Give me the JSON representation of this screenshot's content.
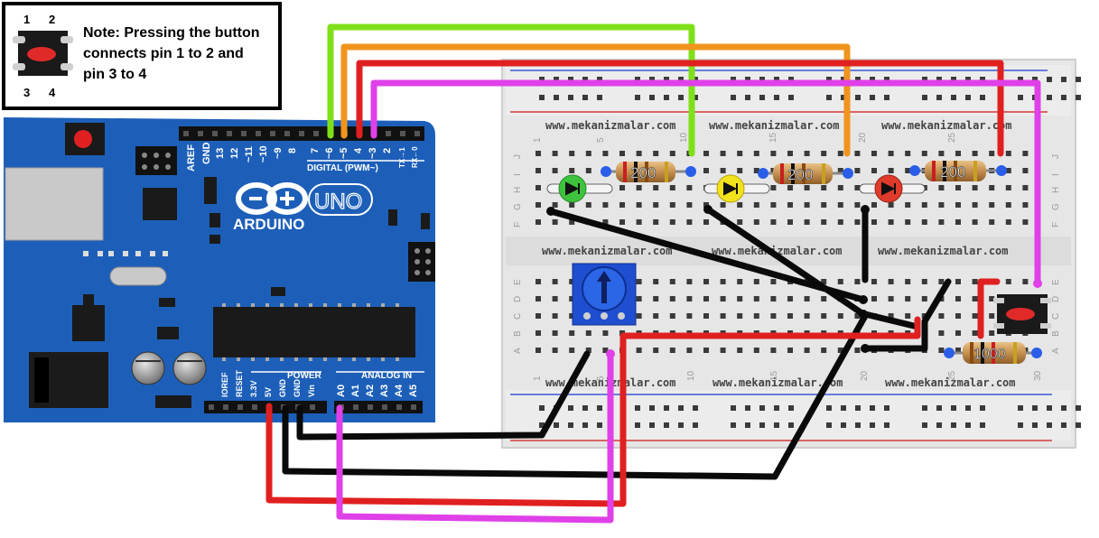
{
  "note": {
    "pin_top_left": "1",
    "pin_top_right": "2",
    "pin_bottom_left": "3",
    "pin_bottom_right": "4",
    "line1": "Note: Pressing the button",
    "line2": "connects pin 1 to 2 and",
    "line3": "pin 3 to 4"
  },
  "breadboard": {
    "watermark": "www.mekanizmalar.com",
    "col_labels_top": [
      "1",
      "5",
      "10",
      "15",
      "20",
      "25"
    ],
    "col_labels_bottom": [
      "1",
      "5",
      "10",
      "15",
      "20",
      "25",
      "30"
    ],
    "row_labels_upper": [
      "J",
      "I",
      "H",
      "G",
      "F"
    ],
    "row_labels_lower": [
      "E",
      "D",
      "C",
      "B",
      "A"
    ]
  },
  "resistors": {
    "r1": "200",
    "r2": "200",
    "r3": "200",
    "r4": "1000"
  },
  "leds": {
    "green": "#3ec33e",
    "yellow": "#f2e21c",
    "red": "#e03a2a"
  },
  "arduino": {
    "brand": "ARDUINO",
    "model": "UNO",
    "digital_label": "DIGITAL (PWM~)",
    "digital_pins": [
      "AREF",
      "GND",
      "13",
      "12",
      "~11",
      "~10",
      "~9",
      "8",
      "7",
      "~6",
      "~5",
      "4",
      "~3",
      "2",
      "TX→1",
      "RX←0"
    ],
    "power_label": "POWER",
    "analog_label": "ANALOG IN",
    "power_pins": [
      "IOREF",
      "RESET",
      "3.3V",
      "5V",
      "GND",
      "GND",
      "Vin"
    ],
    "analog_pins": [
      "A0",
      "A1",
      "A2",
      "A3",
      "A4",
      "A5"
    ]
  },
  "colors": {
    "board": "#1d5fb8",
    "wire_green": "#7fe01a",
    "wire_orange": "#f0941e",
    "wire_red": "#e02020",
    "wire_magenta": "#e040e8",
    "wire_black": "#0a0a0a"
  }
}
